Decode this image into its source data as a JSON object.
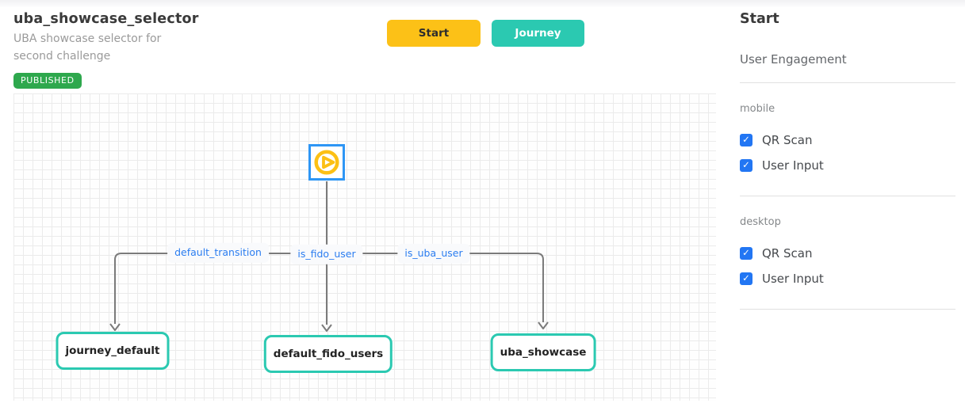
{
  "header": {
    "title": "uba_showcase_selector",
    "subtitle": "UBA showcase selector for second challenge",
    "status_badge": "PUBLISHED",
    "start_button": "Start",
    "journey_button": "Journey"
  },
  "canvas": {
    "start_node_icon": "play-icon",
    "edge_labels": [
      "default_transition",
      "is_fido_user",
      "is_uba_user"
    ],
    "nodes": [
      "journey_default",
      "default_fido_users",
      "uba_showcase"
    ]
  },
  "sidebar": {
    "title": "Start",
    "subtitle": "User Engagement",
    "sections": [
      {
        "label": "mobile",
        "options": [
          {
            "label": "QR Scan",
            "checked": true
          },
          {
            "label": "User Input",
            "checked": true
          }
        ]
      },
      {
        "label": "desktop",
        "options": [
          {
            "label": "QR Scan",
            "checked": true
          },
          {
            "label": "User Input",
            "checked": true
          }
        ]
      }
    ]
  },
  "colors": {
    "accent_yellow": "#fcc117",
    "accent_teal": "#2bc9b1",
    "start_node_border_blue": "#2e96f5",
    "edge_label_blue": "#2b7df0",
    "published_green": "#2ea84d",
    "checkbox_blue": "#2276f3",
    "edge_gray": "#7b7b7b"
  }
}
